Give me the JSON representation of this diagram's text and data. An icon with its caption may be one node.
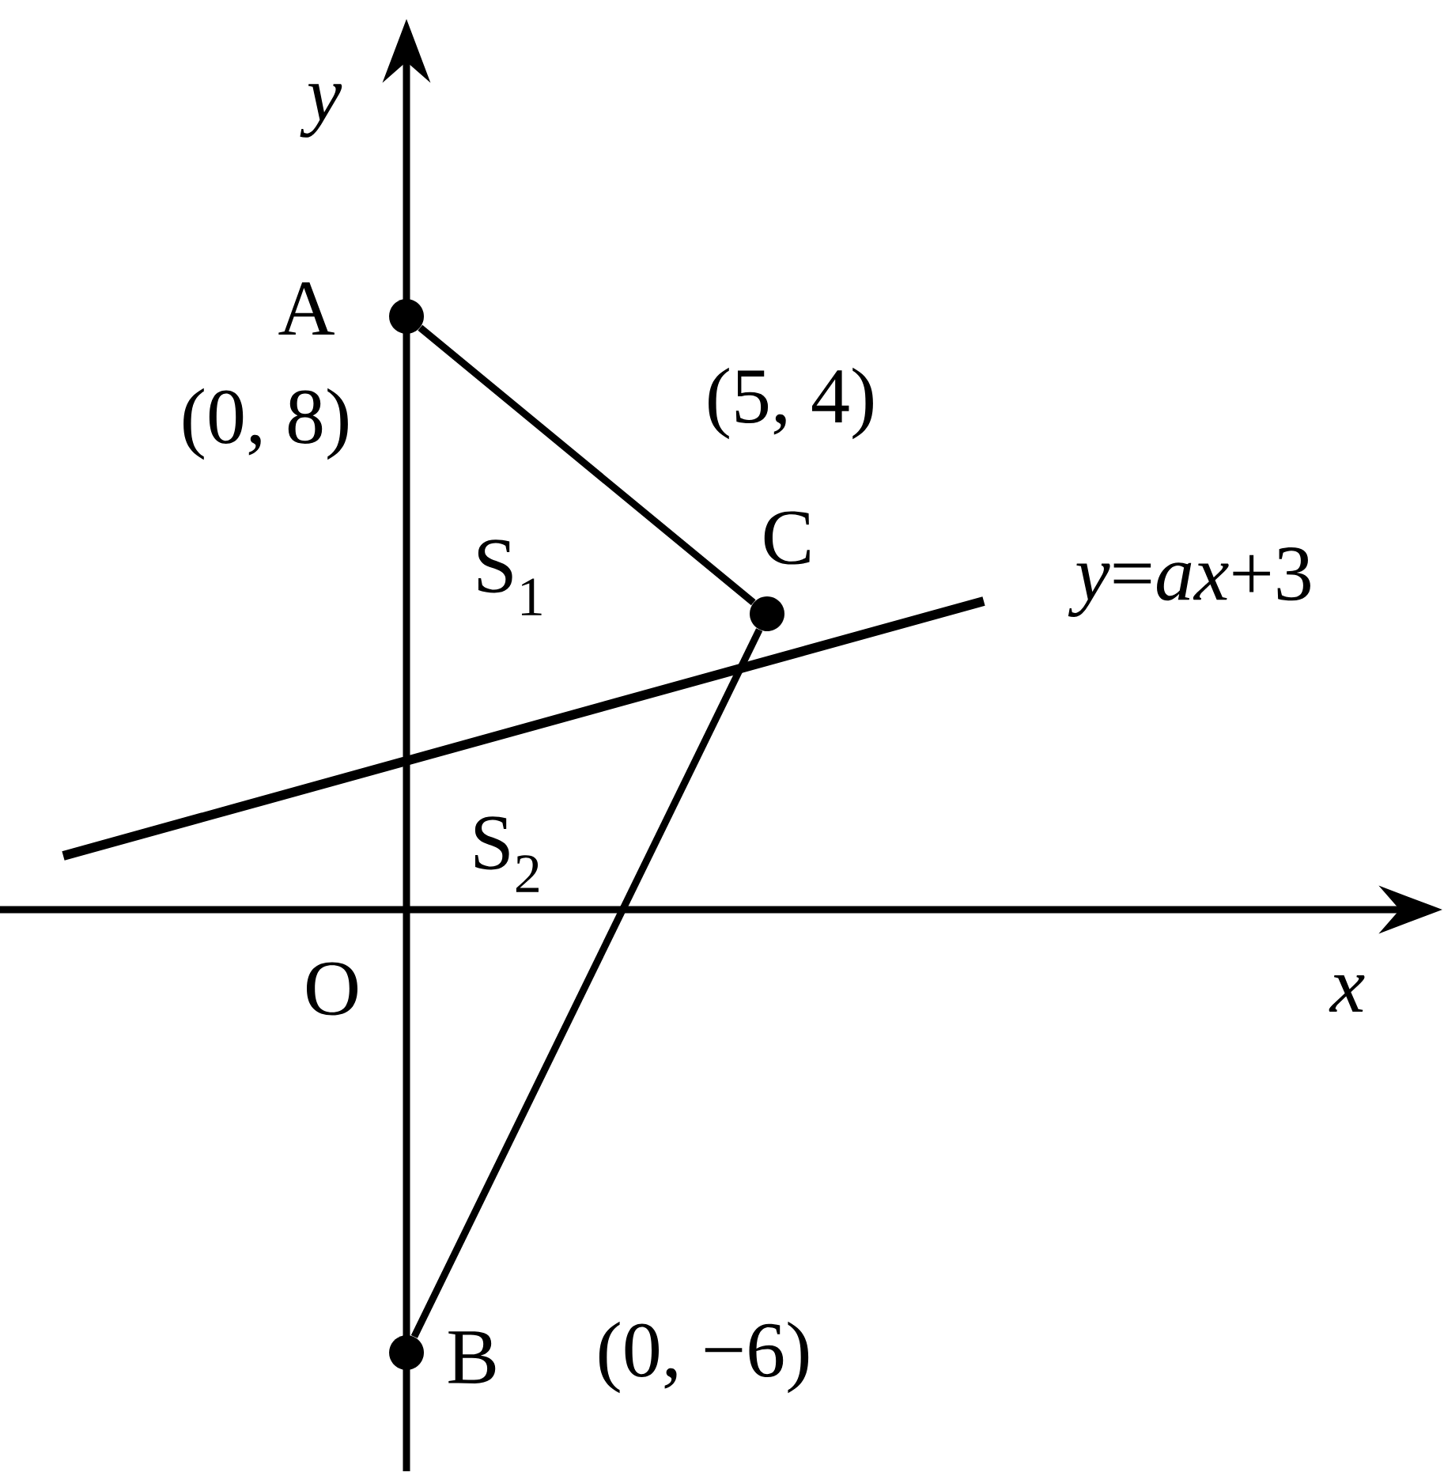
{
  "diagram": {
    "nodes": [
      {
        "text": [
          "A"
        ],
        "beside": [
          "(0, 8)"
        ]
      },
      {
        "text": [
          "C"
        ],
        "beside": [
          "(5, 4)"
        ]
      },
      {
        "text": [
          "B"
        ],
        "beside": [
          "(0, −6)"
        ]
      }
    ],
    "edges": [
      {
        "from": 0,
        "to": 1,
        "arrow": "none"
      },
      {
        "from": 1,
        "to": 2,
        "arrow": "none"
      }
    ],
    "labels": [
      "y",
      "S$_{1}$",
      "*y*=*ax*+3",
      "S$_{2}$",
      "O",
      "x"
    ]
  }
}
